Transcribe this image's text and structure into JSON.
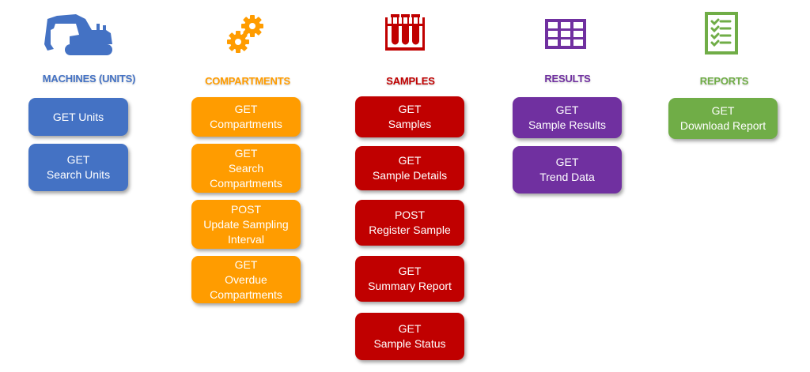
{
  "colors": {
    "machines": "#4472c4",
    "compartments": "#ff9c00",
    "samples": "#c00000",
    "results": "#7030a0",
    "reports": "#70ad47"
  },
  "columns": [
    {
      "heading": "MACHINES (UNITS)",
      "icon": "excavator-icon",
      "buttons": [
        {
          "method": "GET Units",
          "name": ""
        },
        {
          "method": "GET",
          "name": "Search Units"
        }
      ]
    },
    {
      "heading": "COMPARTMENTS",
      "icon": "gears-icon",
      "buttons": [
        {
          "method": "GET",
          "name": "Compartments"
        },
        {
          "method": "GET",
          "name": "Search",
          "name2": "Compartments"
        },
        {
          "method": "POST",
          "name": "Update Sampling",
          "name2": "Interval"
        },
        {
          "method": "GET",
          "name": "Overdue",
          "name2": "Compartments"
        }
      ]
    },
    {
      "heading": "SAMPLES",
      "icon": "test-tubes-icon",
      "buttons": [
        {
          "method": "GET",
          "name": "Samples"
        },
        {
          "method": "GET",
          "name": "Sample Details"
        },
        {
          "method": "POST",
          "name": "Register Sample"
        },
        {
          "method": "GET",
          "name": "Summary Report"
        },
        {
          "method": "GET",
          "name": "Sample Status"
        }
      ]
    },
    {
      "heading": "RESULTS",
      "icon": "table-grid-icon",
      "buttons": [
        {
          "method": "GET",
          "name": "Sample Results"
        },
        {
          "method": "GET",
          "name": "Trend Data"
        }
      ]
    },
    {
      "heading": "REPORTS",
      "icon": "checklist-icon",
      "buttons": [
        {
          "method": "GET",
          "name": "Download Report"
        }
      ]
    }
  ]
}
